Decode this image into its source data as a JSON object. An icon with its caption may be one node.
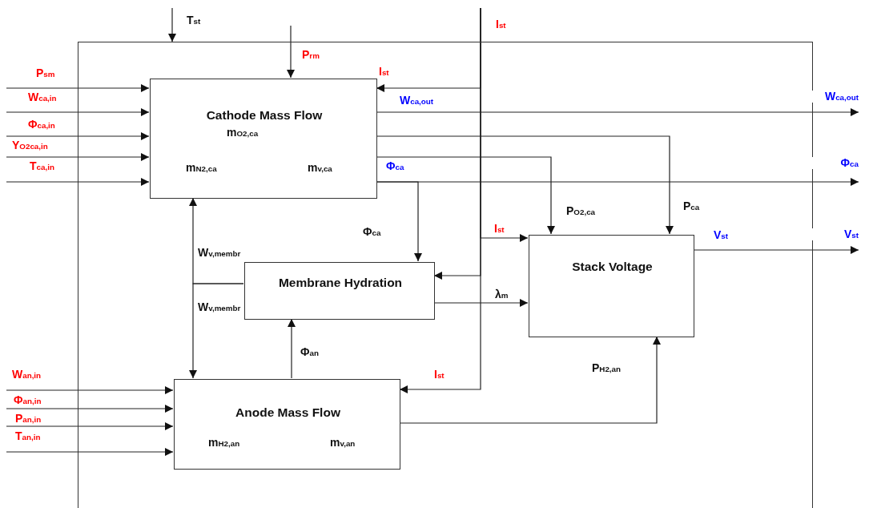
{
  "diagram": {
    "nodes": [
      {
        "text": [],
        "shape": "box"
      },
      {
        "text": [
          "Cathode Mass Flow",
          "m$_{O2,ca}$",
          "m$_{N2,ca}$",
          "m$_{v,ca}$"
        ],
        "in": 0
      },
      {
        "text": [
          "Membrane Hydration"
        ],
        "in": 0
      },
      {
        "text": [
          "Stack Voltage"
        ],
        "in": 0
      },
      {
        "text": [
          "Anode Mass Flow",
          "m$_{H2,an}$",
          "m$_{v,an}$"
        ],
        "in": 0
      },
      {
        "text": [
          "W$_{ca,out}$"
        ]
      },
      {
        "text": [
          "Φ$_{ca}$"
        ]
      },
      {
        "text": [
          "V$_{st}$"
        ]
      }
    ],
    "edges": [
      {
        "from": null,
        "to": 0,
        "arrow": "to",
        "label": "T$_{st}$"
      },
      {
        "from": null,
        "to": 1,
        "arrow": "to",
        "label": "P$_{rm}$"
      },
      {
        "from": null,
        "to": 2,
        "arrow": "to",
        "label": "I$_{st}$"
      },
      {
        "from": null,
        "to": 1,
        "arrow": "to",
        "label": "P$_{sm}$"
      },
      {
        "from": null,
        "to": 1,
        "arrow": "to",
        "label": "W$_{ca,in}$"
      },
      {
        "from": null,
        "to": 1,
        "arrow": "to",
        "label": "Φ$_{ca,in}$"
      },
      {
        "from": null,
        "to": 1,
        "arrow": "to",
        "label": "Y$_{O2ca,in}$"
      },
      {
        "from": null,
        "to": 1,
        "arrow": "to",
        "label": "T$_{ca,in}$"
      },
      {
        "from": null,
        "to": 1,
        "arrow": "to",
        "label": "I$_{st}$"
      },
      {
        "from": 1,
        "to": 5,
        "arrow": "to",
        "label": "W$_{ca,out}$"
      },
      {
        "from": 1,
        "to": 3,
        "arrow": "to",
        "label": "P$_{ca}$"
      },
      {
        "from": 1,
        "to": 3,
        "arrow": "to",
        "label": "P$_{O2,ca}$"
      },
      {
        "from": 1,
        "to": 6,
        "arrow": "to",
        "label": "Φ$_{ca}$"
      },
      {
        "from": 1,
        "to": 2,
        "arrow": "to",
        "label": "Φ$_{ca}$"
      },
      {
        "from": null,
        "to": 3,
        "arrow": "to",
        "label": "I$_{st}$"
      },
      {
        "from": 3,
        "to": 7,
        "arrow": "to",
        "label": "V$_{st}$"
      },
      {
        "from": 2,
        "to": 1,
        "arrow": "to",
        "label": "W$_{v,membr}$"
      },
      {
        "from": 2,
        "to": 3,
        "arrow": "to",
        "label": "λ$_{m}$"
      },
      {
        "from": 2,
        "to": 4,
        "arrow": "to",
        "label": "W$_{v,membr}$"
      },
      {
        "from": 4,
        "to": 2,
        "arrow": "to",
        "label": "Φ$_{an}$"
      },
      {
        "from": null,
        "to": 4,
        "arrow": "to",
        "label": "I$_{st}$"
      },
      {
        "from": 4,
        "to": 3,
        "arrow": "to",
        "label": "P$_{H2,an}$"
      },
      {
        "from": null,
        "to": 4,
        "arrow": "to",
        "label": "W$_{an,in}$"
      },
      {
        "from": null,
        "to": 4,
        "arrow": "to",
        "label": "Φ$_{an,in}$"
      },
      {
        "from": null,
        "to": 4,
        "arrow": "to",
        "label": "P$_{an,in}$"
      },
      {
        "from": null,
        "to": 4,
        "arrow": "to",
        "label": "T$_{an,in}$"
      }
    ]
  }
}
